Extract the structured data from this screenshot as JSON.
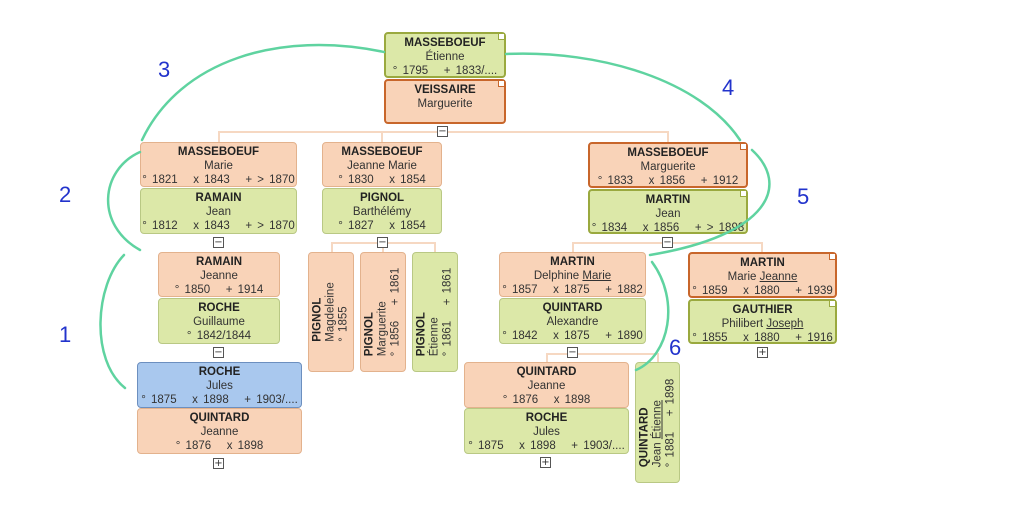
{
  "persons": {
    "etienne_masseboeuf": {
      "surname": "MASSEBOEUF",
      "given": "Étienne",
      "dates": "° 1795   + 1833/...."
    },
    "marguerite_veissaire": {
      "surname": "VEISSAIRE",
      "given": "Marguerite",
      "dates": ""
    },
    "marie_masseboeuf": {
      "surname": "MASSEBOEUF",
      "given": "Marie",
      "dates": "° 1821   x 1843   + > 1870"
    },
    "jean_ramain": {
      "surname": "RAMAIN",
      "given": "Jean",
      "dates": "° 1812   x 1843   + > 1870"
    },
    "jeanne_marie_masseboeuf": {
      "surname": "MASSEBOEUF",
      "given": "Jeanne Marie",
      "dates": "° 1830   x 1854"
    },
    "barthelemy_pignol": {
      "surname": "PIGNOL",
      "given": "Barthélémy",
      "dates": "° 1827   x 1854"
    },
    "marguerite_masseboeuf": {
      "surname": "MASSEBOEUF",
      "given": "Marguerite",
      "dates": "° 1833   x 1856   + 1912"
    },
    "jean_martin": {
      "surname": "MARTIN",
      "given": "Jean",
      "dates": "° 1834   x 1856   + > 1898"
    },
    "jeanne_ramain": {
      "surname": "RAMAIN",
      "given": "Jeanne",
      "dates": "° 1850   + 1914"
    },
    "guillaume_roche": {
      "surname": "ROCHE",
      "given": "Guillaume",
      "dates": "° 1842/1844"
    },
    "magdeleine_pignol": {
      "surname": "PIGNOL",
      "given": "Magdeleine",
      "dates": "° 1855"
    },
    "marguerite_pignol": {
      "surname": "PIGNOL",
      "given": "Marguerite",
      "dates": "° 1856   + 1861"
    },
    "etienne_pignol": {
      "surname": "PIGNOL",
      "given": "Étienne",
      "dates": "° 1861   + 1861"
    },
    "delphine_martin": {
      "surname": "MARTIN",
      "given_plain": "Delphine ",
      "given_underlined": "Marie",
      "dates": "° 1857   x 1875   + 1882"
    },
    "alexandre_quintard": {
      "surname": "QUINTARD",
      "given": "Alexandre",
      "dates": "° 1842   x 1875   + 1890"
    },
    "marie_jeanne_martin": {
      "surname": "MARTIN",
      "given_plain": "Marie ",
      "given_underlined": "Jeanne",
      "dates": "° 1859   x 1880   + 1939"
    },
    "philibert_gauthier": {
      "surname": "GAUTHIER",
      "given_plain": "Philibert ",
      "given_underlined": "Joseph",
      "dates": "° 1855   x 1880   + 1916"
    },
    "jules_roche_root": {
      "surname": "ROCHE",
      "given": "Jules",
      "dates": "° 1875   x 1898   + 1903/...."
    },
    "jeanne_quintard_left": {
      "surname": "QUINTARD",
      "given": "Jeanne",
      "dates": "° 1876   x 1898"
    },
    "jeanne_quintard_right": {
      "surname": "QUINTARD",
      "given": "Jeanne",
      "dates": "° 1876   x 1898"
    },
    "jules_roche_right": {
      "surname": "ROCHE",
      "given": "Jules",
      "dates": "° 1875   x 1898   + 1903/...."
    },
    "jean_etienne_quintard": {
      "surname": "QUINTARD",
      "given_plain": "Jean ",
      "given_underlined": "Étienne",
      "dates": "° 1881   + 1898"
    }
  },
  "toggles": {
    "collapse": "−",
    "expand": "+"
  },
  "path_labels": [
    "1",
    "2",
    "3",
    "4",
    "5",
    "6"
  ],
  "colors": {
    "female": "#f9d3b8",
    "male": "#dce8a8",
    "root": "#a9c8ee",
    "highlight_border": "#c8662b",
    "path_line": "#5fd3a0",
    "path_number": "#2233cc"
  }
}
